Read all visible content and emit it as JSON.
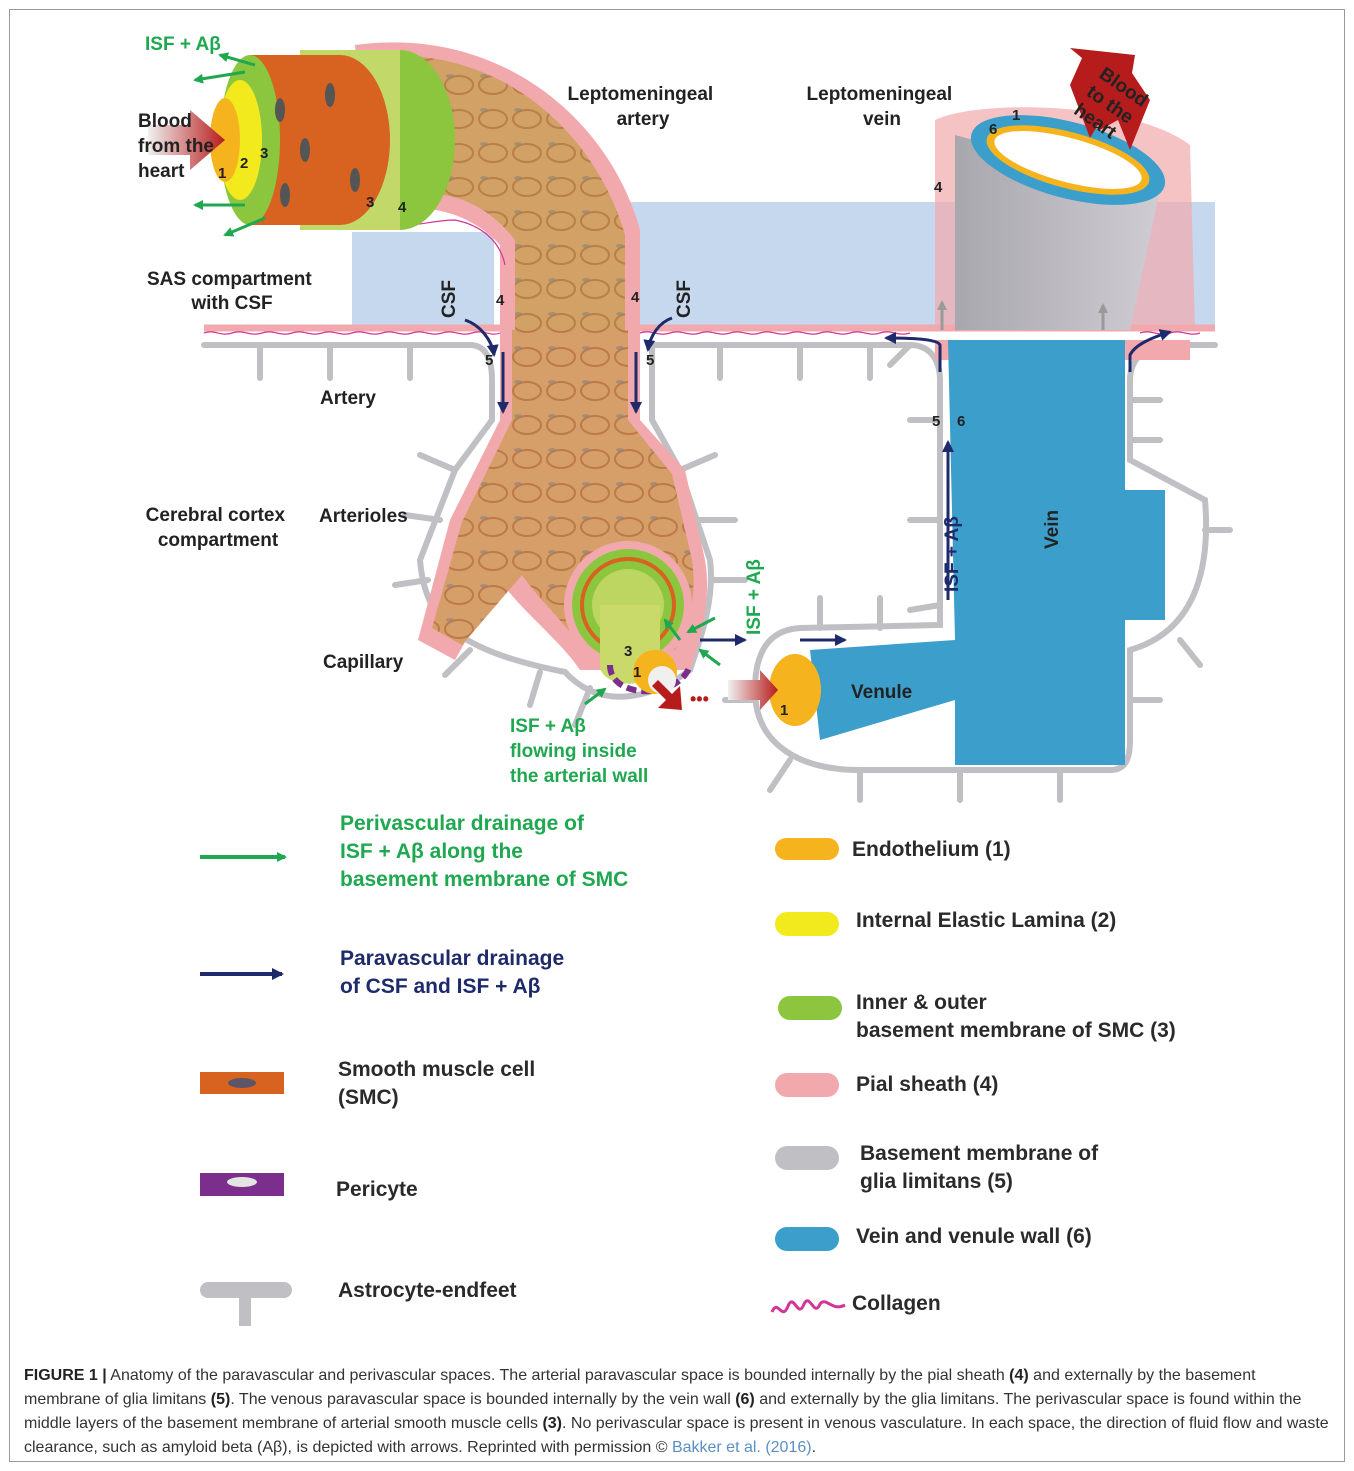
{
  "labels": {
    "isf_ab_top": "ISF + Aβ",
    "blood_from_heart": [
      "Blood",
      "from the",
      "heart"
    ],
    "lepto_artery": [
      "Leptomeningeal",
      "artery"
    ],
    "lepto_vein": [
      "Leptomeningeal",
      "vein"
    ],
    "blood_to_heart": [
      "Blood",
      "to the",
      "heart"
    ],
    "sas": [
      "SAS compartment",
      "with CSF"
    ],
    "csf": "CSF",
    "artery": "Artery",
    "cerebral_cortex": [
      "Cerebral cortex",
      "compartment"
    ],
    "arterioles": "Arterioles",
    "capillary": "Capillary",
    "isf_ab_vertical": "ISF + Aβ",
    "vein": "Vein",
    "venule": "Venule",
    "isf_flowing": [
      "ISF + Aβ",
      "flowing inside",
      "the arterial wall"
    ],
    "dots": "•••",
    "numbers": {
      "n1": "1",
      "n2": "2",
      "n3": "3",
      "n4": "4",
      "n5": "5",
      "n6": "6"
    }
  },
  "legend_left": {
    "green_arrow": [
      "Perivascular drainage of",
      "ISF + Aβ along the",
      "basement membrane of SMC"
    ],
    "navy_arrow": [
      "Paravascular drainage",
      "of CSF and ISF + Aβ"
    ],
    "smc": [
      "Smooth muscle cell",
      "(SMC)"
    ],
    "pericyte": "Pericyte",
    "astrocyte": "Astrocyte-endfeet"
  },
  "legend_right": {
    "endothelium": "Endothelium (1)",
    "elastic": "Internal Elastic Lamina (2)",
    "basement_smc": [
      "Inner & outer",
      "basement membrane of SMC (3)"
    ],
    "pial": "Pial sheath (4)",
    "glia": [
      "Basement membrane of",
      "glia limitans (5)"
    ],
    "vein_wall": "Vein and venule wall (6)",
    "collagen": "Collagen"
  },
  "colors": {
    "endothelium": "#f5b41e",
    "elastic": "#f2ea1c",
    "basement": "#8cc63f",
    "pial": "#f2a9ad",
    "glia": "#c0bfc3",
    "vein": "#3b9ecb",
    "smc": "#d8621f",
    "pericyte": "#7c2e8c",
    "sas": "#c6d8ee",
    "collagen": "#d4339a",
    "green_arrow": "#1fa84f",
    "navy_arrow": "#1f2a6b",
    "blood_red": "#b71c1c"
  },
  "caption": {
    "fig": "FIGURE 1 |",
    "t1": " Anatomy of the paravascular and perivascular spaces. The arterial paravascular space is bounded internally by the pial sheath ",
    "b1": "(4)",
    "t2": " and externally by the basement membrane of glia limitans ",
    "b2": "(5)",
    "t3": ". The venous paravascular space is bounded internally by the vein wall ",
    "b3": "(6)",
    "t4": " and externally by the glia limitans. The perivascular space is found within the middle layers of the basement membrane of arterial smooth muscle cells ",
    "b4": "(3)",
    "t5": ". No perivascular space is present in venous vasculature. In each space, the direction of fluid flow and waste clearance, such as amyloid beta (Aβ), is depicted with arrows. Reprinted with permission © ",
    "cite": "Bakker et al. (2016)",
    "t6": "."
  }
}
